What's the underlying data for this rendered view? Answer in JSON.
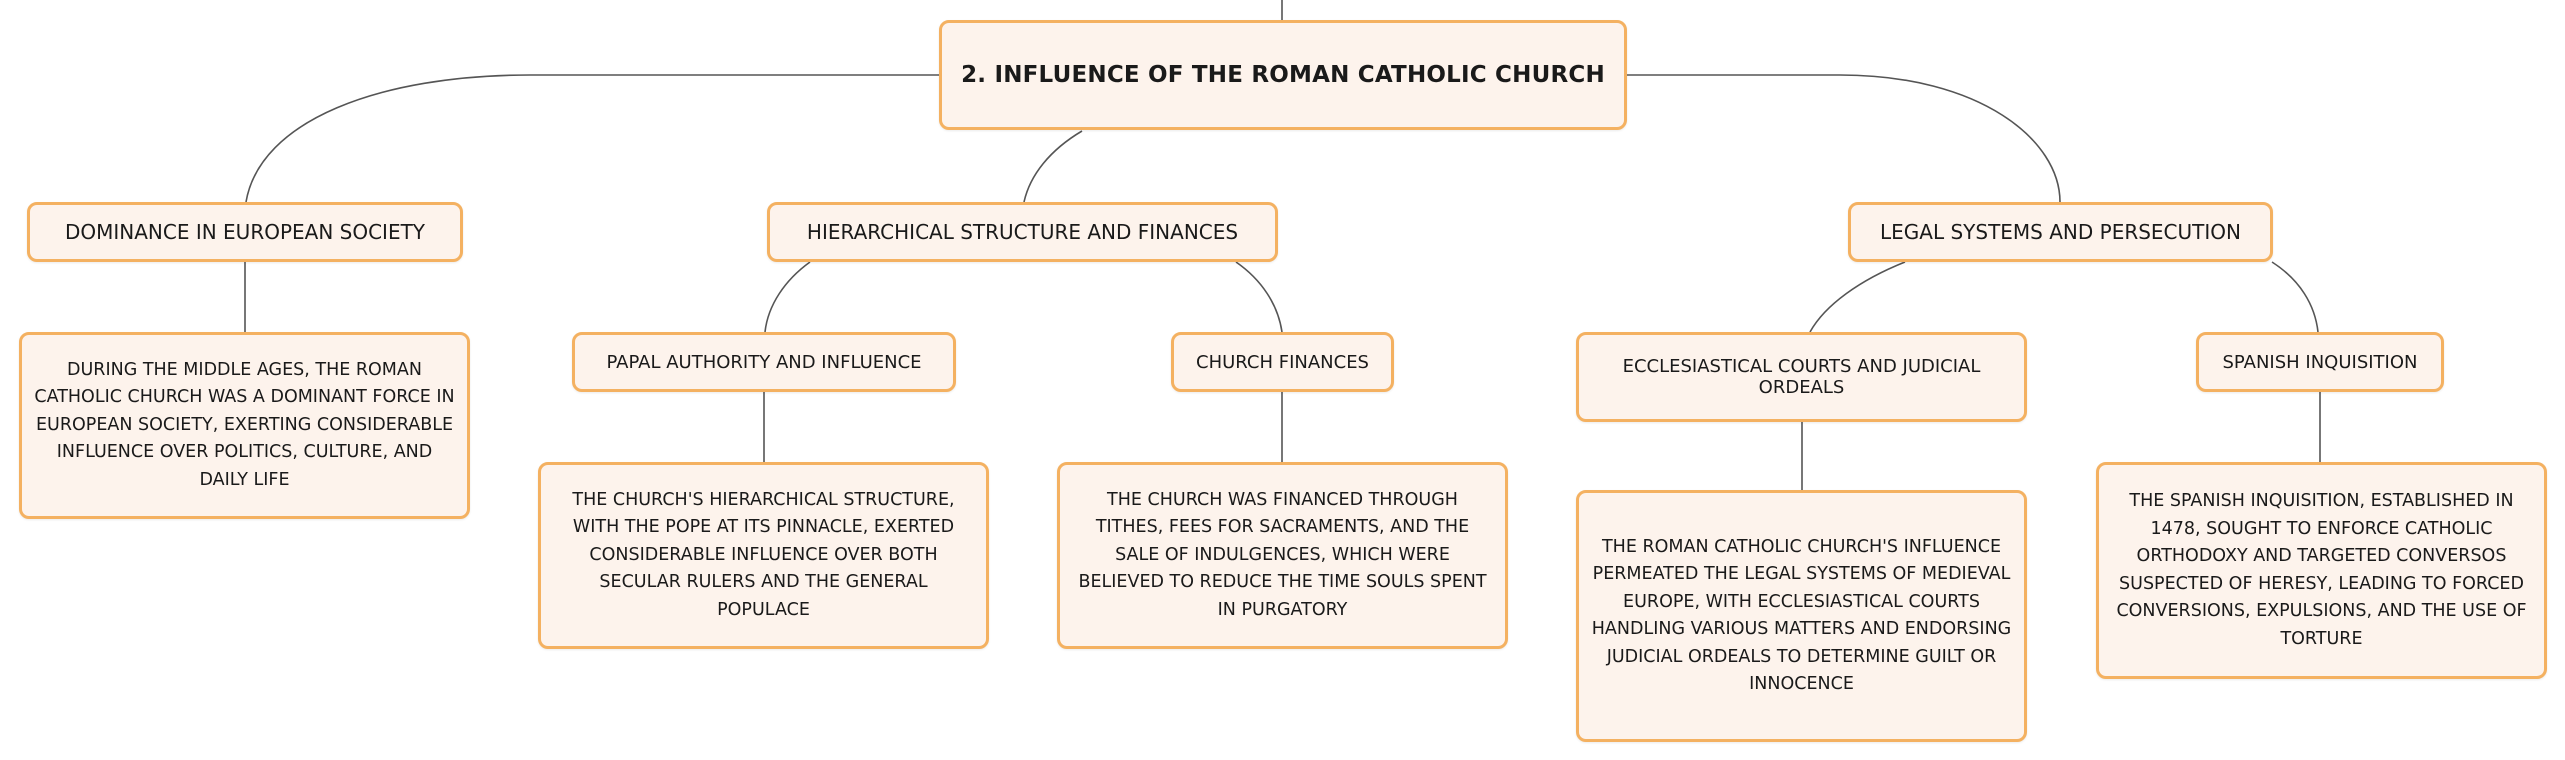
{
  "root": {
    "title": "2. INFLUENCE OF THE ROMAN CATHOLIC CHURCH"
  },
  "branches": {
    "dominance": {
      "title": "DOMINANCE IN EUROPEAN SOCIETY",
      "description": "DURING THE MIDDLE AGES, THE ROMAN CATHOLIC CHURCH WAS A DOMINANT FORCE IN EUROPEAN SOCIETY, EXERTING CONSIDERABLE INFLUENCE OVER POLITICS, CULTURE, AND DAILY LIFE"
    },
    "hierarchy": {
      "title": "HIERARCHICAL STRUCTURE AND FINANCES",
      "papal": {
        "title": "PAPAL AUTHORITY AND INFLUENCE",
        "description": "THE CHURCH'S HIERARCHICAL STRUCTURE, WITH THE POPE AT ITS PINNACLE, EXERTED CONSIDERABLE INFLUENCE OVER BOTH SECULAR RULERS AND THE GENERAL POPULACE"
      },
      "finances": {
        "title": "CHURCH FINANCES",
        "description": "THE CHURCH WAS FINANCED THROUGH TITHES, FEES FOR SACRAMENTS, AND THE SALE OF INDULGENCES, WHICH WERE BELIEVED TO REDUCE THE TIME SOULS SPENT IN PURGATORY"
      }
    },
    "legal": {
      "title": "LEGAL SYSTEMS AND PERSECUTION",
      "courts": {
        "title": "ECCLESIASTICAL COURTS AND JUDICIAL ORDEALS",
        "description": "THE ROMAN CATHOLIC CHURCH'S INFLUENCE PERMEATED THE LEGAL SYSTEMS OF MEDIEVAL EUROPE, WITH ECCLESIASTICAL COURTS HANDLING VARIOUS MATTERS AND ENDORSING JUDICIAL ORDEALS TO DETERMINE GUILT OR INNOCENCE"
      },
      "inquisition": {
        "title": "SPANISH INQUISITION",
        "description": "THE SPANISH INQUISITION, ESTABLISHED IN 1478, SOUGHT TO ENFORCE CATHOLIC ORTHODOXY AND TARGETED CONVERSOS SUSPECTED OF HERESY, LEADING TO FORCED CONVERSIONS, EXPULSIONS, AND THE USE OF TORTURE"
      }
    }
  },
  "colors": {
    "node_fill": "#fdf3ec",
    "node_border": "#f4b161",
    "connector": "#555555",
    "text": "#1a1a1a"
  }
}
